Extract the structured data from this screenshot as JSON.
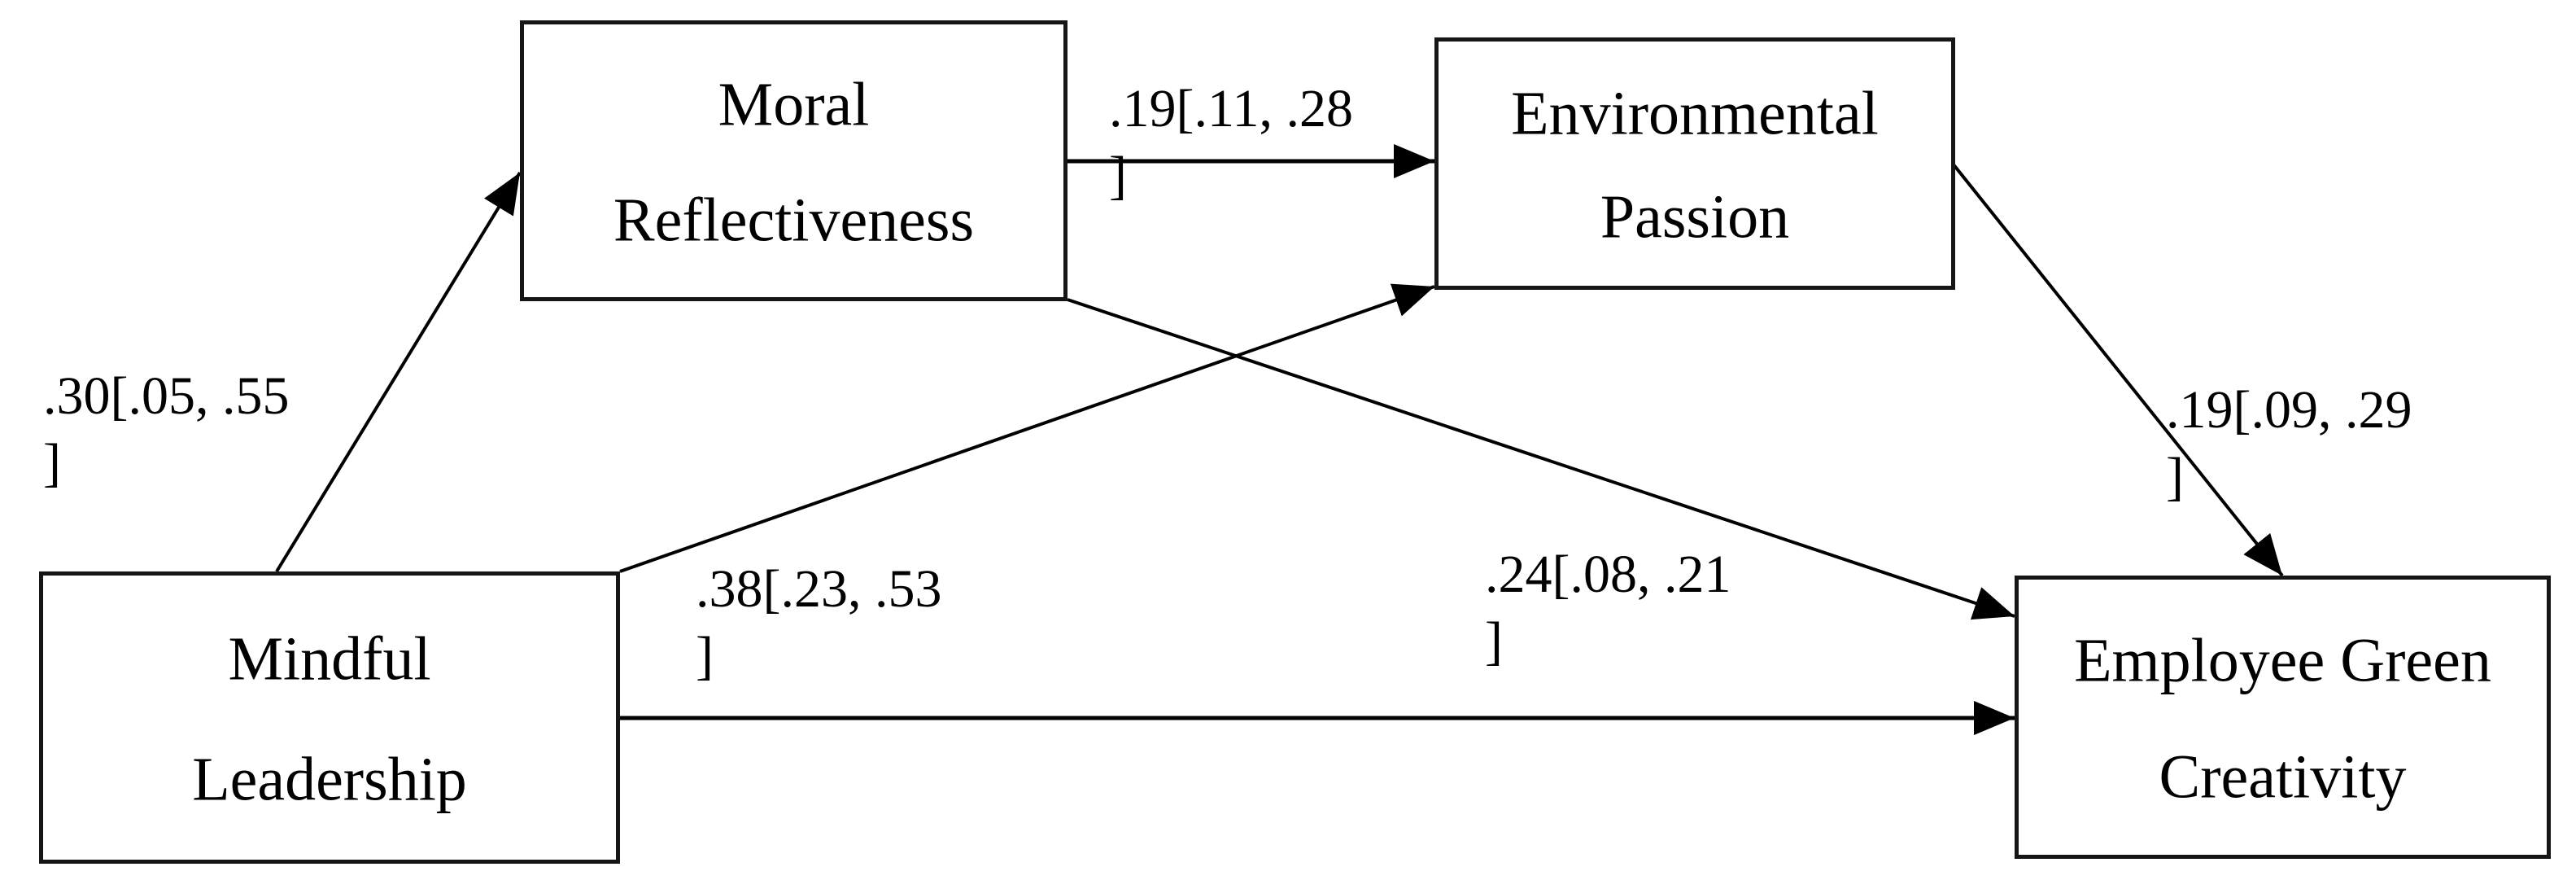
{
  "figure": {
    "type": "path-model-diagram",
    "background_color": "#ffffff",
    "line_color": "#000000",
    "text_color": "#000000",
    "nodes": [
      {
        "id": "mindful-leadership",
        "line1": "Mindful",
        "line2": "Leadership"
      },
      {
        "id": "moral-reflectiveness",
        "line1": "Moral",
        "line2": "Reflectiveness"
      },
      {
        "id": "environmental-passion",
        "line1": "Environmental",
        "line2": "Passion"
      },
      {
        "id": "employee-green-creativity",
        "line1": "Employee Green",
        "line2": "Creativity"
      }
    ],
    "paths": [
      {
        "from": "Mindful Leadership",
        "to": "Moral Reflectiveness",
        "label": ".30[.05, .55\n]",
        "coefficient": ".30",
        "ci_low": ".05",
        "ci_high": ".55"
      },
      {
        "from": "Moral Reflectiveness",
        "to": "Environmental Passion",
        "label": ".19[.11, .28\n]",
        "coefficient": ".19",
        "ci_low": ".11",
        "ci_high": ".28"
      },
      {
        "from": "Mindful Leadership",
        "to": "Environmental Passion",
        "label": ".38[.23, .53\n]",
        "coefficient": ".38",
        "ci_low": ".23",
        "ci_high": ".53"
      },
      {
        "from": "Moral Reflectiveness",
        "to": "Employee Green Creativity",
        "label": ".24[.08, .21\n]",
        "coefficient": ".24",
        "ci_low": ".08",
        "ci_high": ".21"
      },
      {
        "from": "Environmental Passion",
        "to": "Employee Green Creativity",
        "label": ".19[.09, .29\n]",
        "coefficient": ".19",
        "ci_low": ".09",
        "ci_high": ".29"
      },
      {
        "from": "Mindful Leadership",
        "to": "Employee Green Creativity",
        "label": "",
        "coefficient": "",
        "ci_low": "",
        "ci_high": ""
      }
    ]
  }
}
